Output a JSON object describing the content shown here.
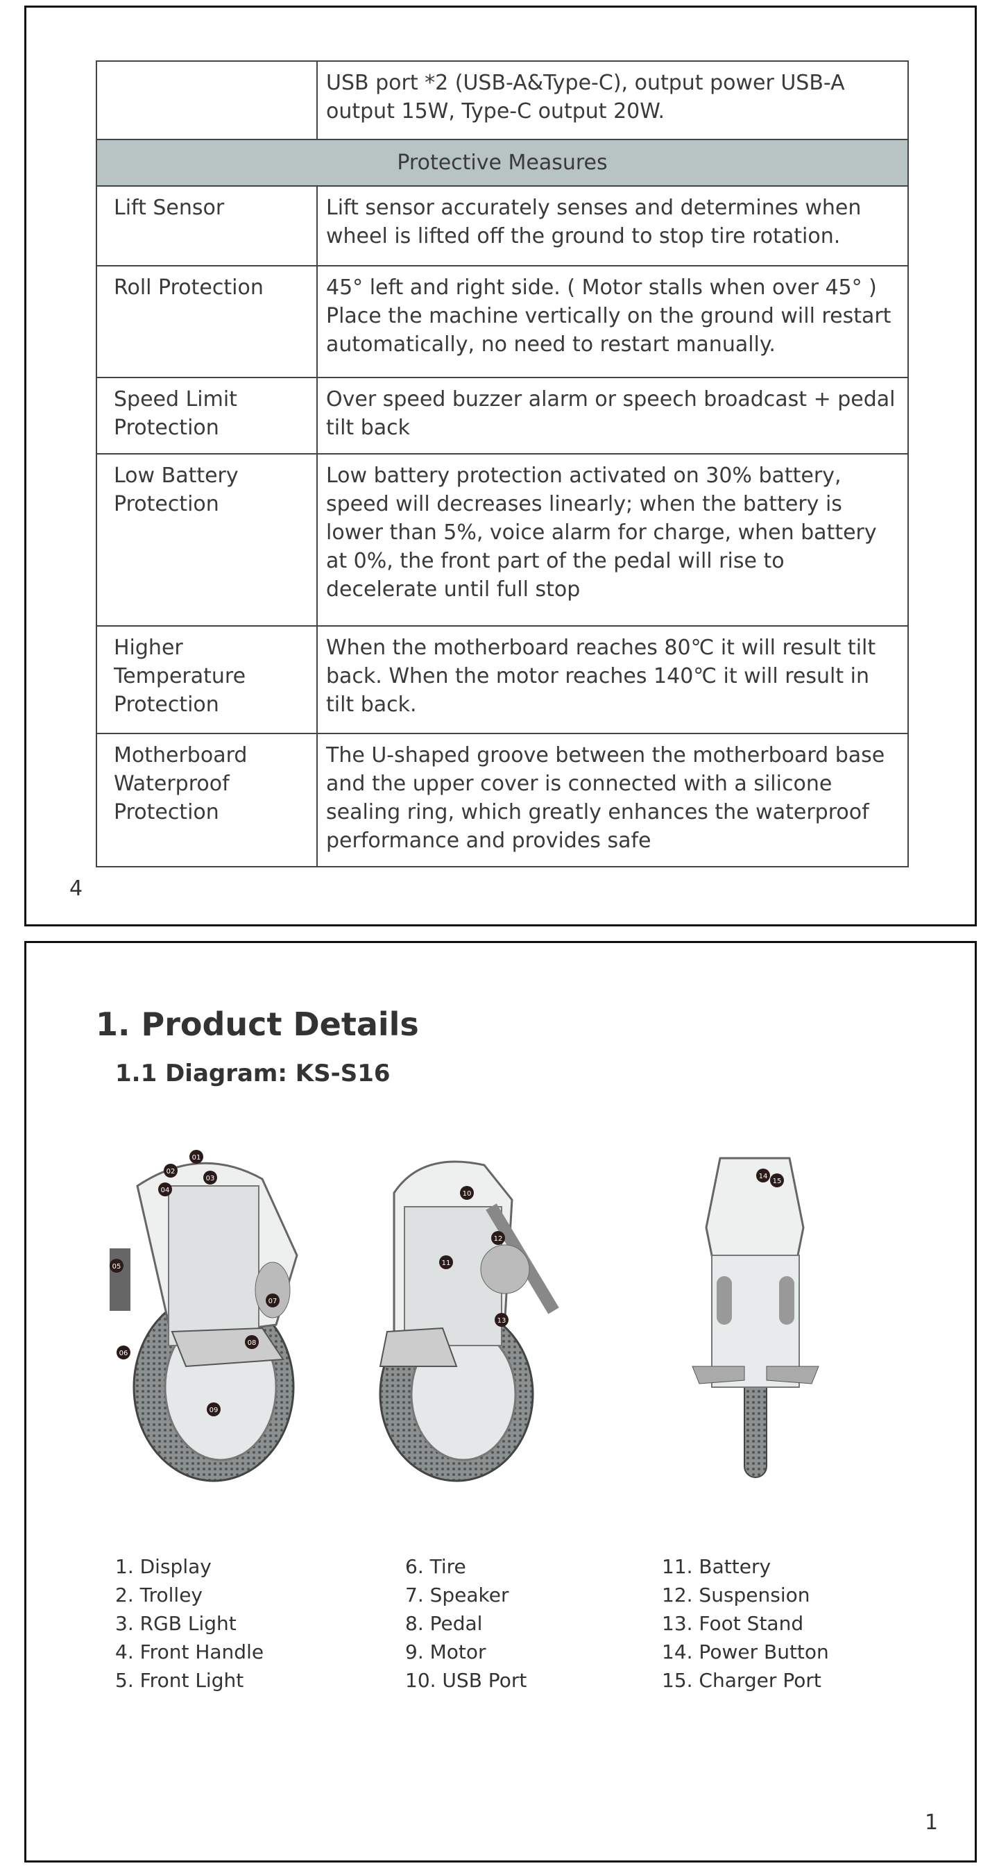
{
  "page_top": {
    "table": {
      "rows": [
        {
          "key": "",
          "value": "USB port *2 (USB-A&Type-C), output power USB-A output 15W, Type-C output 20W."
        }
      ],
      "section_header": "Protective Measures",
      "protective_rows": [
        {
          "key": "Lift Sensor",
          "value": "Lift sensor accurately senses and determines when wheel is lifted off the ground to stop tire rotation."
        },
        {
          "key": "Roll Protection",
          "value": "45° left and right side. ( Motor stalls when over 45° ) Place the machine vertically on the ground will restart automatically, no need to restart manually."
        },
        {
          "key": "Speed Limit Protection",
          "value": "Over speed buzzer alarm or speech broadcast + pedal tilt back"
        },
        {
          "key": "Low Battery Protection",
          "value": "Low battery protection activated on 30% battery, speed will decreases linearly; when the battery is lower than 5%, voice alarm for charge, when battery at 0%, the front part of the pedal will rise to decelerate until full stop"
        },
        {
          "key": "Higher Temperature Protection",
          "value": "When the motherboard reaches 80℃ it will result tilt back. When the motor reaches 140℃ it will result in tilt back."
        },
        {
          "key": "Motherboard Waterproof Protection",
          "value": "The U-shaped groove between the motherboard base and the upper cover is connected with a silicone sealing ring, which greatly enhances the waterproof performance and provides safe"
        }
      ]
    },
    "page_number": "4"
  },
  "page_bottom": {
    "title": "1. Product Details",
    "subtitle": "1.1 Diagram: KS-S16",
    "callouts": [
      "01",
      "02",
      "03",
      "04",
      "05",
      "06",
      "07",
      "08",
      "09",
      "10",
      "11",
      "12",
      "13",
      "14",
      "15"
    ],
    "legend": [
      [
        "1. Display",
        "2. Trolley",
        "3. RGB Light",
        "4. Front Handle",
        "5. Front Light"
      ],
      [
        "6. Tire",
        "7. Speaker",
        "8. Pedal",
        "9. Motor",
        "10. USB Port"
      ],
      [
        "11. Battery",
        "12. Suspension",
        "13. Foot Stand",
        "14. Power Button",
        "15. Charger Port"
      ]
    ],
    "page_number": "1"
  }
}
